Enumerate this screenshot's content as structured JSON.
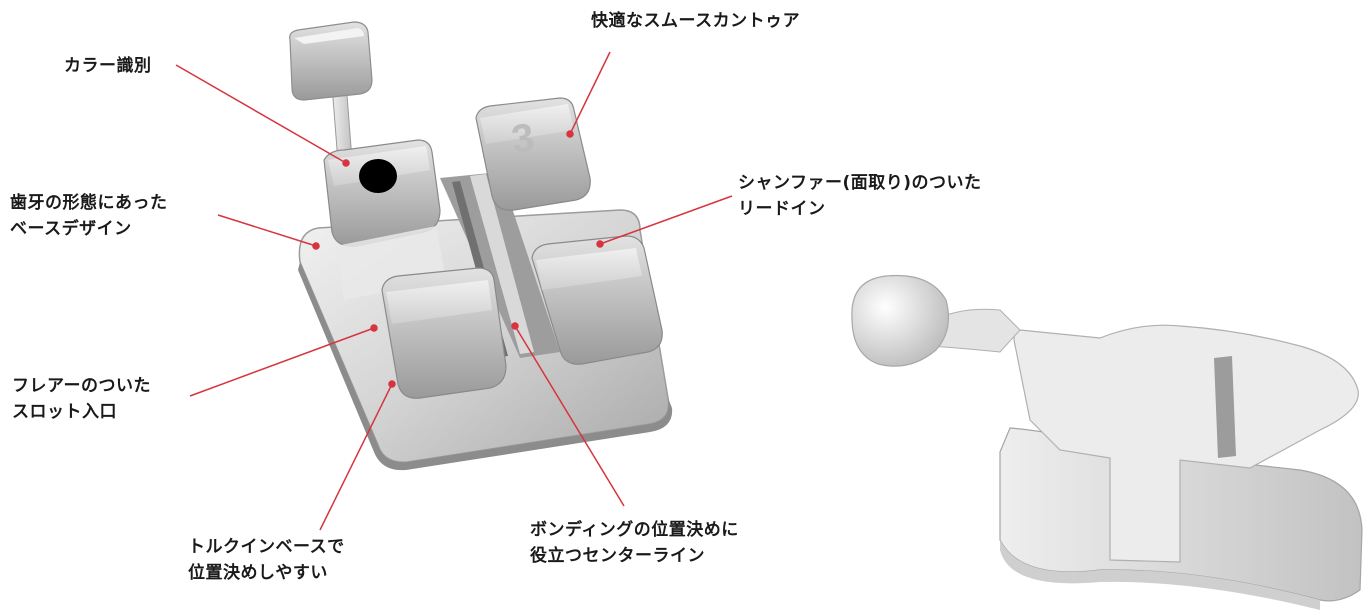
{
  "labels": {
    "color_id": "カラー識別",
    "smooth_contour": "快適なスムースカントゥア",
    "base_design": [
      "歯牙の形態にあった",
      "ベースデザイン"
    ],
    "chamfer": [
      "シャンファー(面取り)のついた",
      "リードイン"
    ],
    "flared_slot": [
      "フレアーのついた",
      "スロット入口"
    ],
    "torque_base": [
      "トルクインベースで",
      "位置決めしやすい"
    ],
    "centerline": [
      "ボンディングの位置決めに",
      "役立つセンターライン"
    ]
  },
  "colors": {
    "leader_line": "#d6343e",
    "text": "#1a1a1a",
    "metal_light": "#f4f4f4",
    "metal_mid": "#c9c9c9",
    "metal_dark": "#8f8f8f",
    "marker_hole": "#000000"
  }
}
